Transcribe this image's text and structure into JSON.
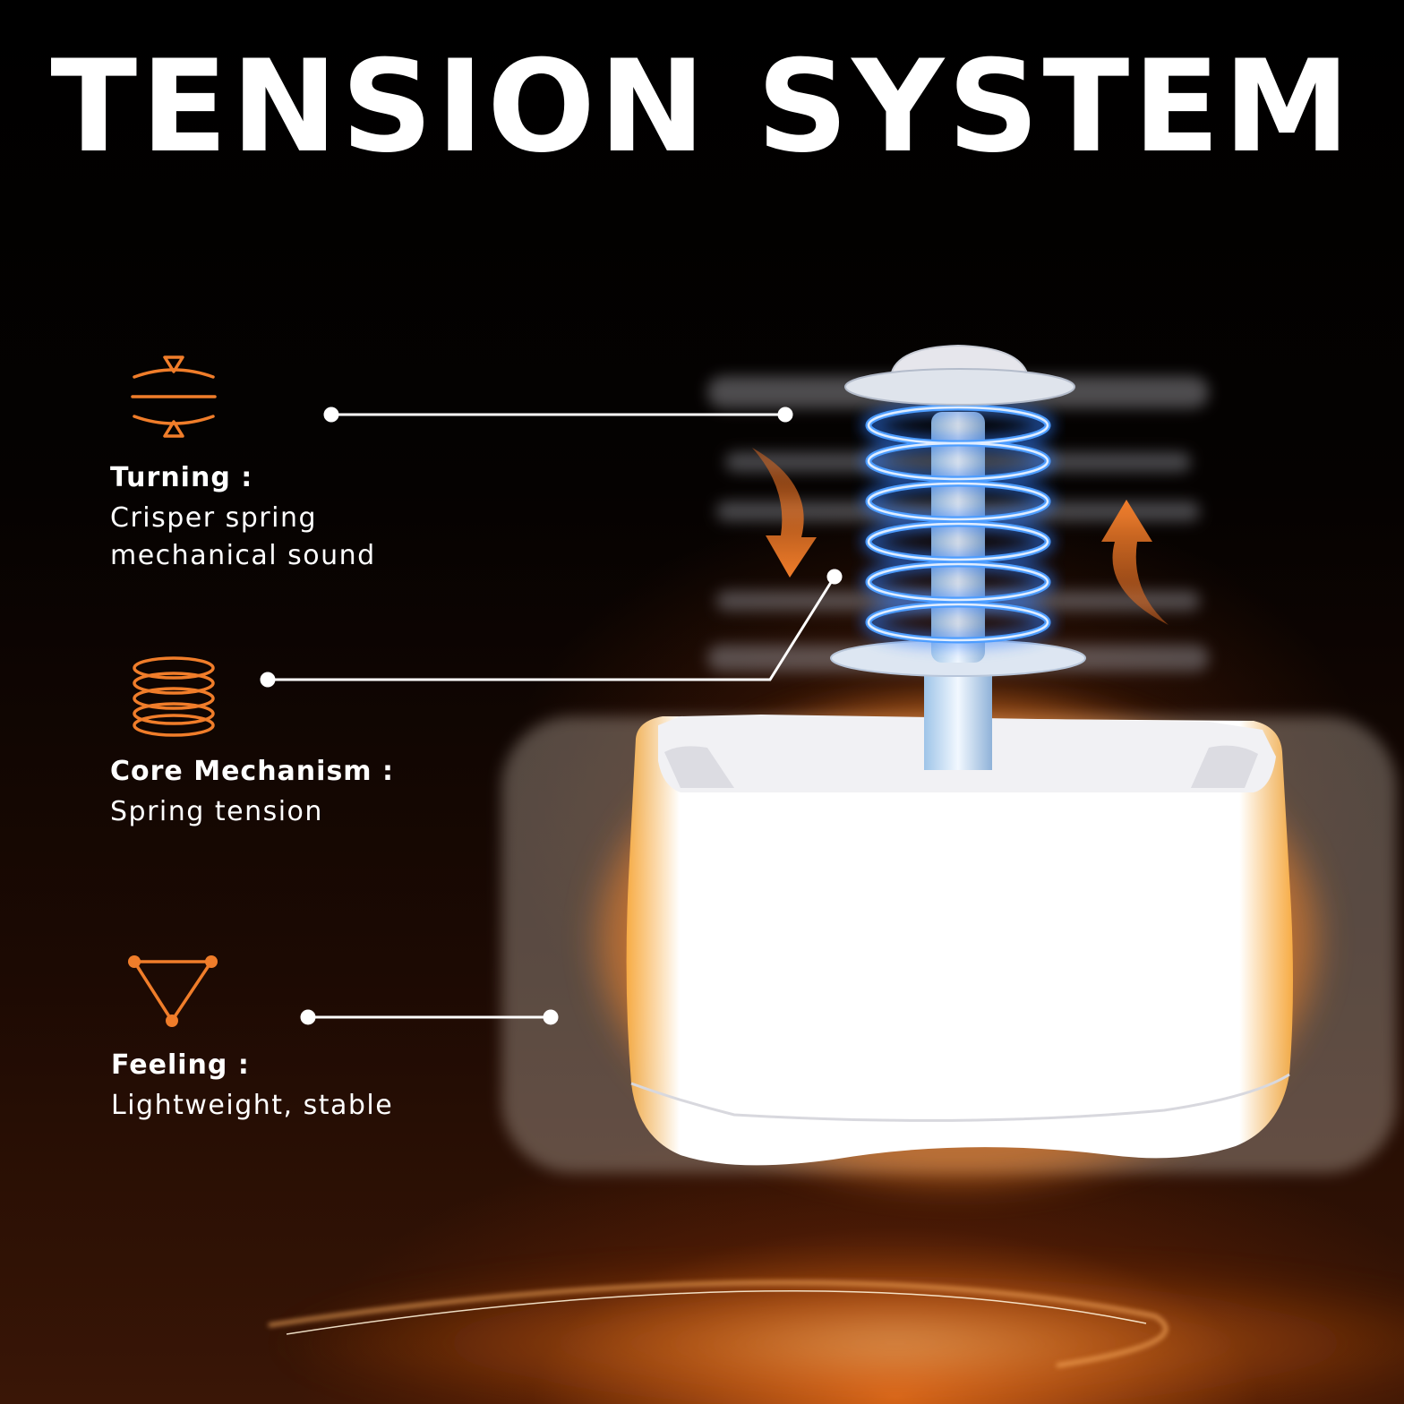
{
  "title": "TENSION SYSTEM",
  "colors": {
    "accent": "#f07d2a",
    "text": "#ffffff",
    "spring_glow": "#3a8cff",
    "background": "#000000"
  },
  "features": [
    {
      "icon": "compress-arrows-icon",
      "title": "Turning :",
      "desc_line1": "Crisper spring",
      "desc_line2": "mechanical sound"
    },
    {
      "icon": "coil-spring-icon",
      "title": "Core Mechanism :",
      "desc_line1": "Spring tension"
    },
    {
      "icon": "triangle-nodes-icon",
      "title": "Feeling :",
      "desc_line1": "Lightweight, stable"
    }
  ]
}
